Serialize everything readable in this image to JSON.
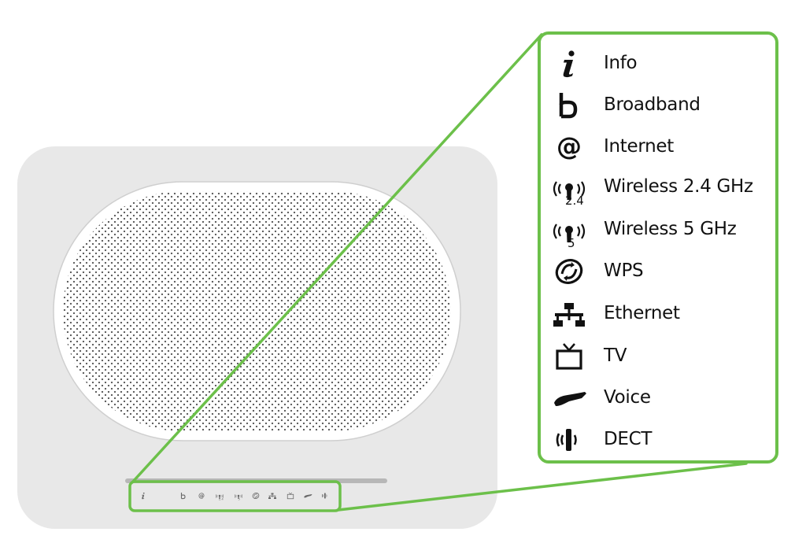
{
  "colors": {
    "highlight": "#6cc04a",
    "router_body": "#e8e8e8",
    "grille": "#ffffff",
    "grille_dots": "#555555",
    "led_bar": "#b7b7b7",
    "text": "#111111"
  },
  "router": {
    "indicator_icons": [
      "info-icon",
      "broadband-icon",
      "internet-icon",
      "wireless-24-icon",
      "wireless-5-icon",
      "wps-icon",
      "ethernet-icon",
      "tv-icon",
      "voice-icon",
      "dect-icon"
    ]
  },
  "legend": {
    "items": [
      {
        "icon": "info-icon",
        "label": "Info"
      },
      {
        "icon": "broadband-icon",
        "label": "Broadband"
      },
      {
        "icon": "internet-icon",
        "label": "Internet"
      },
      {
        "icon": "wireless-24-icon",
        "label": "Wireless 2.4 GHz",
        "sub": "2.4"
      },
      {
        "icon": "wireless-5-icon",
        "label": "Wireless 5 GHz",
        "sub": "5"
      },
      {
        "icon": "wps-icon",
        "label": "WPS"
      },
      {
        "icon": "ethernet-icon",
        "label": "Ethernet"
      },
      {
        "icon": "tv-icon",
        "label": "TV"
      },
      {
        "icon": "voice-icon",
        "label": "Voice"
      },
      {
        "icon": "dect-icon",
        "label": "DECT"
      }
    ]
  }
}
